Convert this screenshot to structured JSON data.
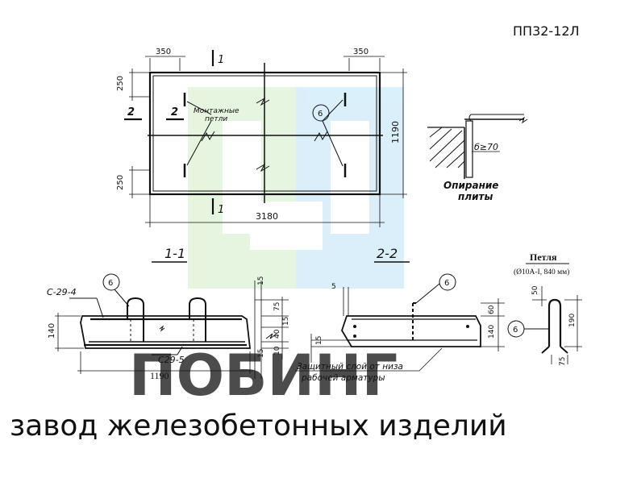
{
  "title": "ПП32-12Л",
  "plan": {
    "dim_left_top": "350",
    "dim_right_top": "350",
    "dim_left_upper": "250",
    "dim_left_lower": "250",
    "dim_height": "1190",
    "dim_length": "3180",
    "section_mark_top": "1",
    "section_mark_bottom": "1",
    "section_mark_left_outer": "2",
    "section_mark_left_inner": "2",
    "loops_label_1": "Монтажные",
    "loops_label_2": "петли",
    "callout": "6"
  },
  "support": {
    "dim": "б≥70",
    "label_1": "Опирание",
    "label_2": "плиты"
  },
  "section_1": {
    "label": "1-1",
    "mesh_top": "С-29-4",
    "mesh_bottom": "С29-5",
    "callout": "6",
    "dim_height": "140",
    "dim_width": "1190",
    "dim_15_top": "15",
    "dim_15_mid": "15",
    "dim_75": "75",
    "dim_40": "40",
    "dim_10": "10",
    "dim_15_bottom": "15"
  },
  "section_2": {
    "label": "2-2",
    "callout": "6",
    "dim_5": "5",
    "dim_15": "15",
    "dim_60": "60",
    "dim_140": "140",
    "cover_note_1": "Защитный слой от низа",
    "cover_note_2": "рабочей арматуры"
  },
  "loop": {
    "title": "Петля",
    "spec": "(Ø10А-I, 840 мм)",
    "callout": "6",
    "dim_50": "50",
    "dim_190": "190",
    "dim_75": "75"
  },
  "watermark": {
    "brand": "ПОБИНГ",
    "tagline": "завод железобетонных изделий"
  }
}
